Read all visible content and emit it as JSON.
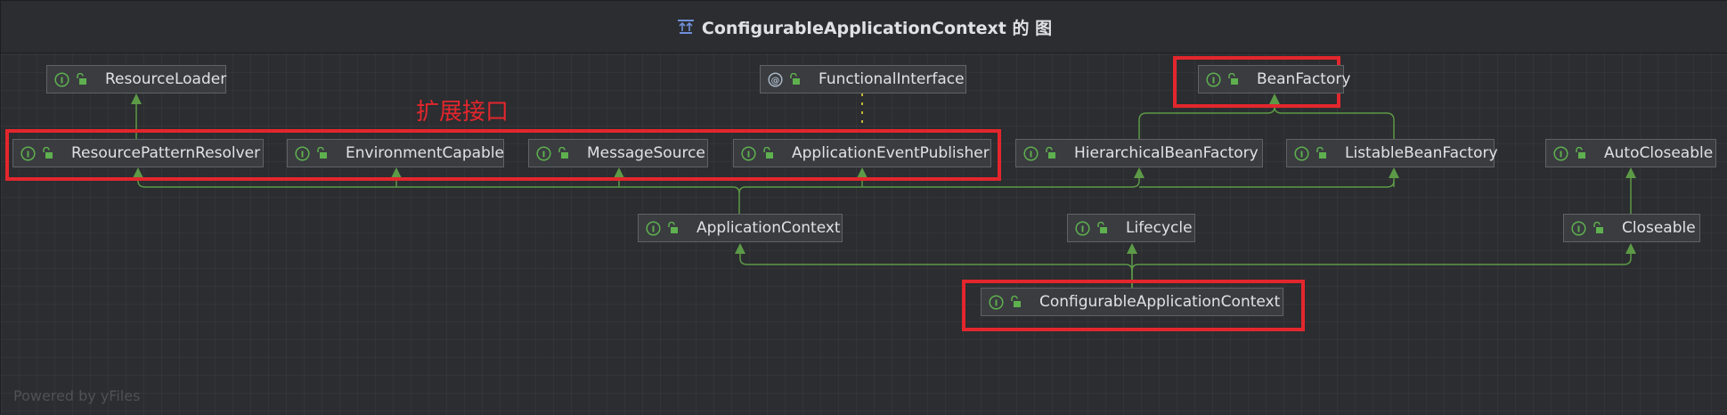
{
  "window": {
    "title": "ConfigurableApplicationContext 的 图"
  },
  "nodes": {
    "resource_loader": "ResourceLoader",
    "functional_interface": "FunctionalInterface",
    "bean_factory": "BeanFactory",
    "resource_pattern_resolver": "ResourcePatternResolver",
    "environment_capable": "EnvironmentCapable",
    "message_source": "MessageSource",
    "application_event_publisher": "ApplicationEventPublisher",
    "hierarchical_bean_factory": "HierarchicalBeanFactory",
    "listable_bean_factory": "ListableBeanFactory",
    "auto_closeable": "AutoCloseable",
    "application_context": "ApplicationContext",
    "lifecycle": "Lifecycle",
    "closeable": "Closeable",
    "configurable_application_context": "ConfigurableApplicationContext"
  },
  "icons": {
    "interface": "interface-icon",
    "annotation": "annotation-icon",
    "access": "unlocked-icon"
  },
  "annotation": "扩展接口",
  "footer": "Powered by yFiles",
  "colors": {
    "edge": "#5d9a47",
    "highlight": "#e3262d",
    "dotted_edge": "#c7b53a"
  }
}
